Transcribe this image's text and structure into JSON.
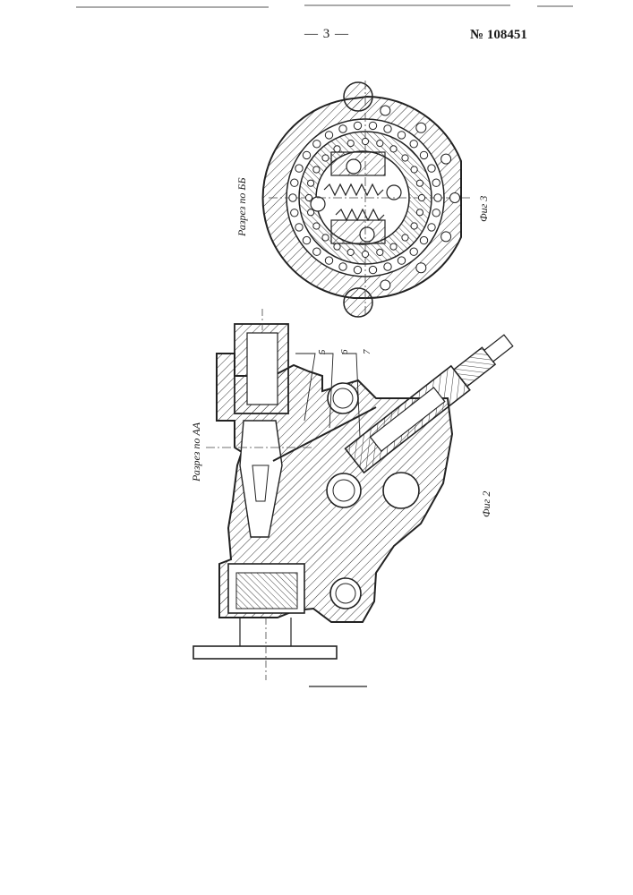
{
  "header": {
    "page_number": "— 3 —",
    "patent_number": "№ 108451"
  },
  "figures": {
    "fig2": {
      "caption": "Фиг 2",
      "section": "Разрез по АА",
      "callouts": [
        "5",
        "6",
        "7"
      ]
    },
    "fig3": {
      "caption": "Фиг 3",
      "section": "Разрез по ББ"
    }
  }
}
